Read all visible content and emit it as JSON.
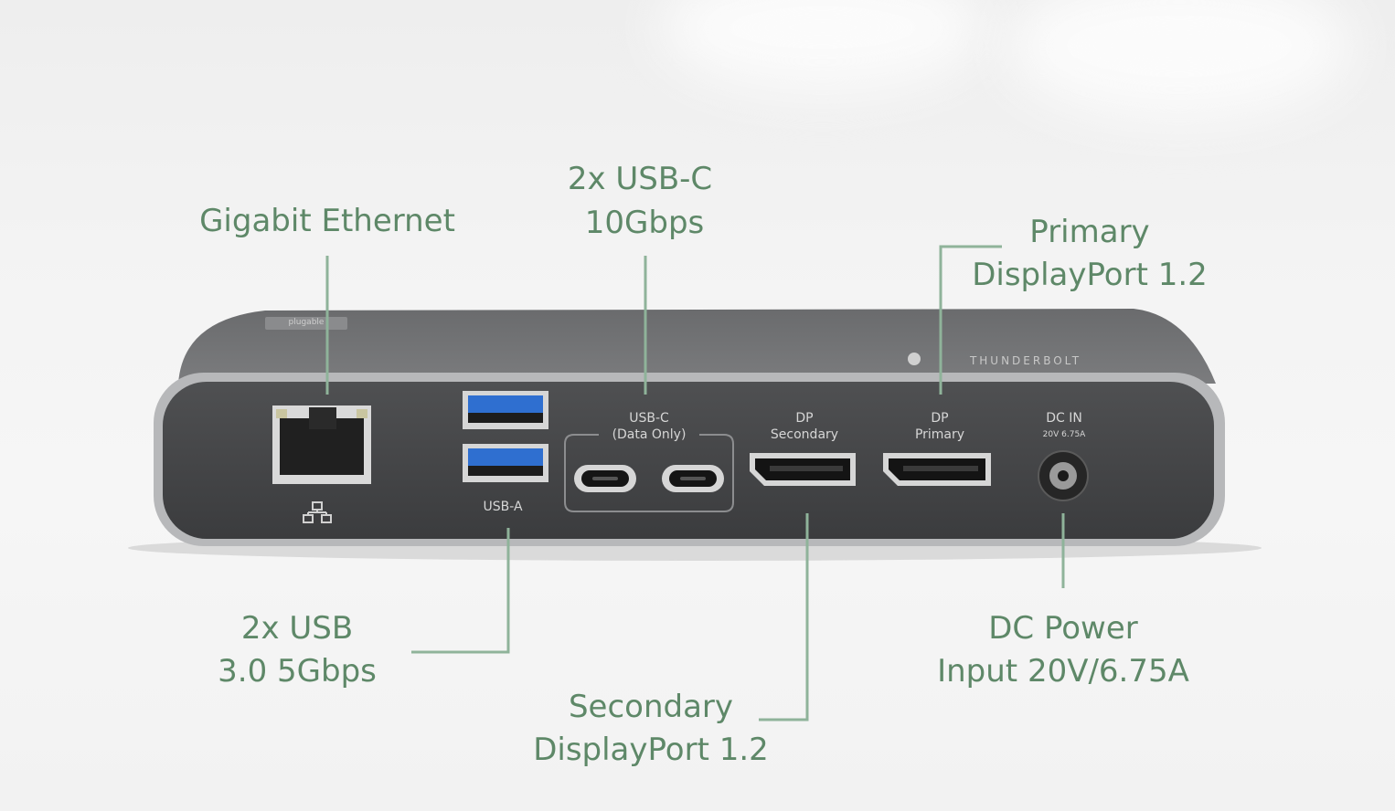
{
  "callouts": {
    "ethernet": "Gigabit Ethernet",
    "usbc_line1": "2x USB-C",
    "usbc_line2": "10Gbps",
    "primary_line1": "Primary",
    "primary_line2": "DisplayPort 1.2",
    "usba_line1": "2x USB",
    "usba_line2": "3.0 5Gbps",
    "secondary_line1": "Secondary",
    "secondary_line2": "DisplayPort 1.2",
    "dc_line1": "DC Power",
    "dc_line2": "Input 20V/6.75A"
  },
  "device": {
    "brand": "plugable",
    "thunderbolt_mark": "THUNDERBOLT",
    "usbc_label_1": "USB-C",
    "usbc_label_2": "(Data Only)",
    "dp_secondary_1": "DP",
    "dp_secondary_2": "Secondary",
    "dp_primary_1": "DP",
    "dp_primary_2": "Primary",
    "dc_in": "DC IN",
    "dc_rating": "20V 6.75A",
    "usba_label": "USB-A"
  },
  "colors": {
    "accent_green": "#5e8868",
    "usb3_blue": "#2f6fd0",
    "chassis": "#4a4b4d"
  }
}
